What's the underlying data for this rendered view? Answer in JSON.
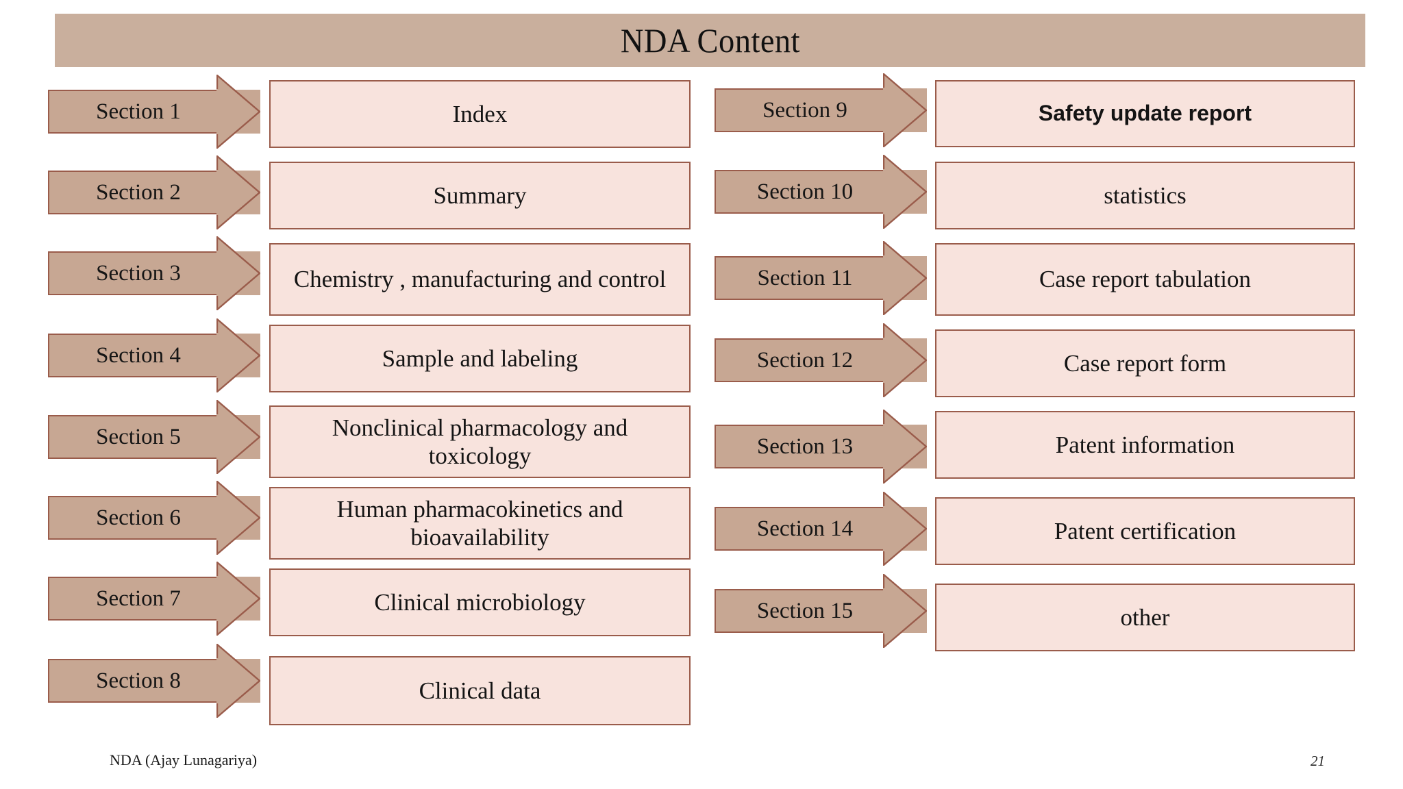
{
  "slide": {
    "title": "NDA Content",
    "title_bar_color": "#c9af9d",
    "arrow_fill_color": "#c7a793",
    "box_fill_color": "#f8e3dd",
    "border_color": "#9a5c4b",
    "background_color": "#ffffff"
  },
  "footer": {
    "note": "NDA (Ajay Lunagariya)",
    "page_number": "21"
  },
  "left_column": {
    "rows": [
      {
        "arrow": "Section 1",
        "content": "Index"
      },
      {
        "arrow": "Section 2",
        "content": "Summary"
      },
      {
        "arrow": "Section 3",
        "content": "Chemistry , manufacturing and control"
      },
      {
        "arrow": "Section 4",
        "content": "Sample and labeling"
      },
      {
        "arrow": "Section 5",
        "content": "Nonclinical pharmacology and toxicology"
      },
      {
        "arrow": "Section 6",
        "content": "Human pharmacokinetics and bioavailability"
      },
      {
        "arrow": "Section 7",
        "content": "Clinical microbiology"
      },
      {
        "arrow": "Section 8",
        "content": "Clinical data"
      }
    ]
  },
  "right_column": {
    "rows": [
      {
        "arrow": "Section 9",
        "content": "Safety update report"
      },
      {
        "arrow": "Section 10",
        "content": "statistics"
      },
      {
        "arrow": "Section 11",
        "content": "Case report tabulation"
      },
      {
        "arrow": "Section 12",
        "content": "Case report form"
      },
      {
        "arrow": "Section 13",
        "content": "Patent information"
      },
      {
        "arrow": "Section 14",
        "content": "Patent certification"
      },
      {
        "arrow": "Section 15",
        "content": "other"
      }
    ]
  }
}
